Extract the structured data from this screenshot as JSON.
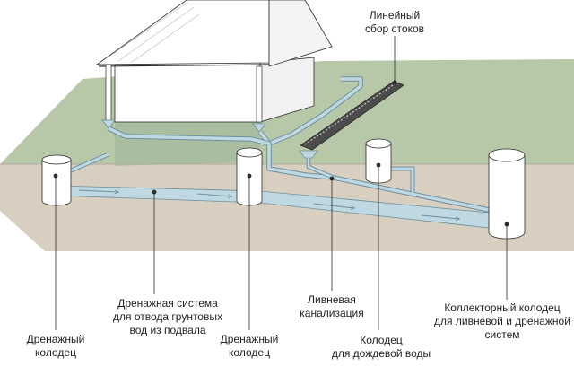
{
  "labels": {
    "linear_drain": [
      "Линейный",
      "сбор стоков"
    ],
    "drainage_system": [
      "Дренажная система",
      "для отвода грунтовых",
      "вод из подвала"
    ],
    "storm_sewer": [
      "Ливневая",
      "канализация"
    ],
    "collector_well": [
      "Коллекторный колодец",
      "для ливневой и дренажной",
      "систем"
    ],
    "drain_well_left": [
      "Дренажный",
      "колодец"
    ],
    "drain_well_center": [
      "Дренажный",
      "колодец"
    ],
    "rain_well": [
      "Колодец",
      "для дождевой воды"
    ]
  },
  "colors": {
    "grass": "#b7c8a8",
    "soil": "#d9cfc1",
    "pipe": "#bfd8e2",
    "pipe_edge": "#6c8f9c",
    "outline": "#2b2b2b",
    "house": "#ffffff"
  }
}
